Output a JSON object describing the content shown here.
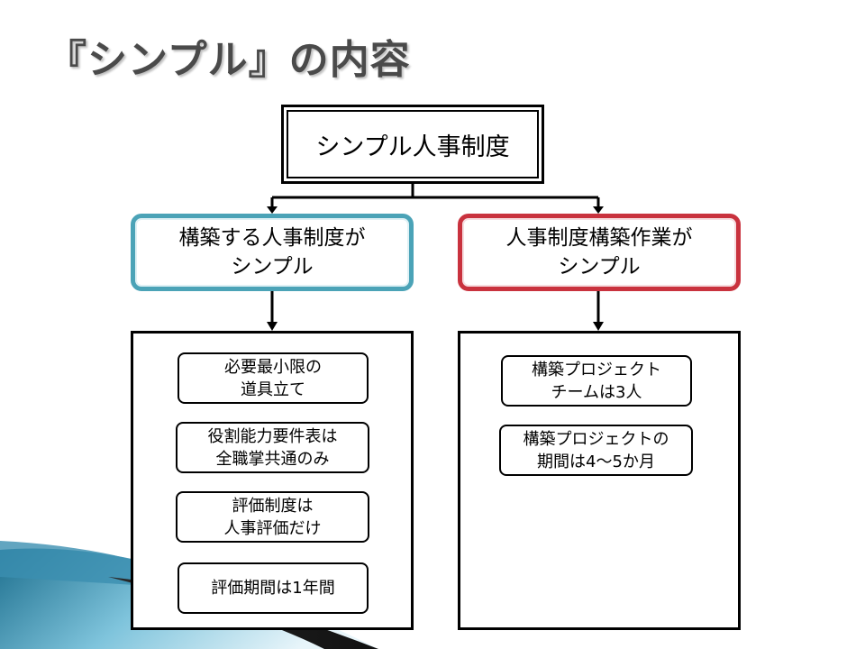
{
  "title": "『シンプル』の内容",
  "root": {
    "label": "シンプル人事制度"
  },
  "branches": [
    {
      "label": "構築する人事制度が\nシンプル",
      "color": "#4ba3b7",
      "items": [
        "必要最小限の\n道具立て",
        "役割能力要件表は\n全職掌共通のみ",
        "評価制度は\n人事評価だけ",
        "評価期間は1年間"
      ]
    },
    {
      "label": "人事制度構築作業が\nシンプル",
      "color": "#c9323e",
      "items": [
        "構築プロジェクト\nチームは3人",
        "構築プロジェクトの\n期間は4〜5か月"
      ]
    }
  ]
}
